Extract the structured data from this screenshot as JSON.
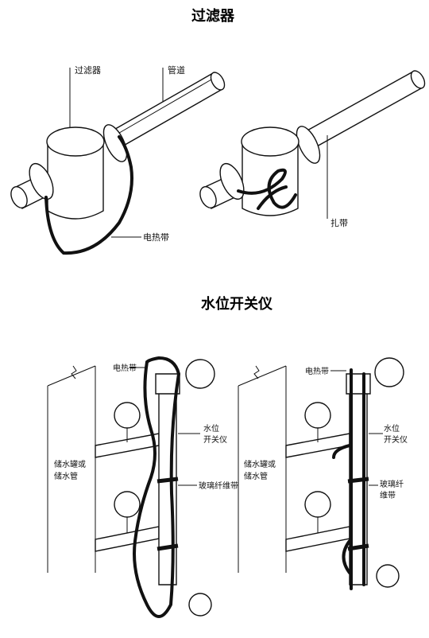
{
  "sections": {
    "filter": {
      "title": "过滤器",
      "labels": {
        "filter": "过滤器",
        "pipe": "管道",
        "heating_tape": "电热带",
        "binding": "扎带"
      }
    },
    "water_level_switch": {
      "title": "水位开关仪",
      "left": {
        "heating_tape": "电热带",
        "level_line1": "水位",
        "level_line2": "开关仪",
        "tank_line1": "储水罐或",
        "tank_line2": "储水管",
        "fiberglass_tape": "玻璃纤维带"
      },
      "right": {
        "heating_tape": "电热带",
        "level_line1": "水位",
        "level_line2": "开关仪",
        "tank_line1": "储水罐或",
        "tank_line2": "储水管",
        "fiber_line1": "玻璃纤",
        "fiber_line2": "维带"
      }
    }
  }
}
